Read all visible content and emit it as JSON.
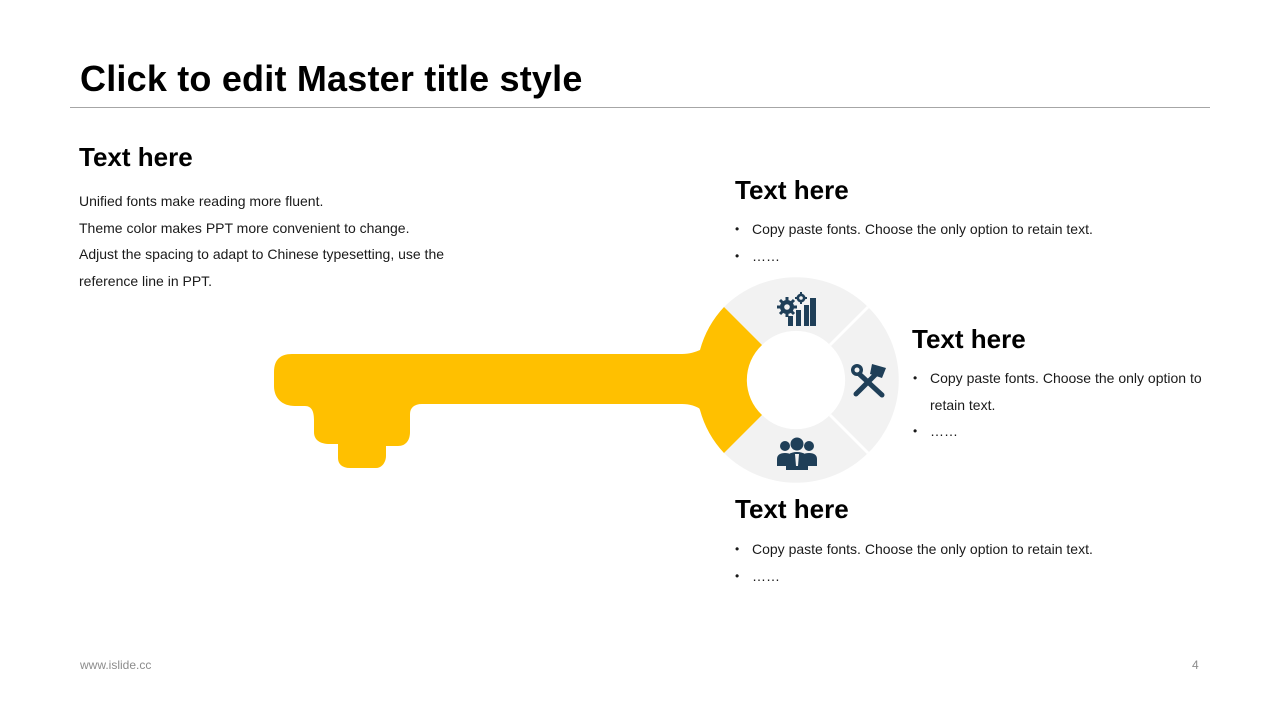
{
  "slide": {
    "title": "Click to edit Master title style",
    "footer_url": "www.islide.cc",
    "page_number": "4"
  },
  "left_block": {
    "heading": "Text here",
    "lines": [
      "Unified fonts make reading more fluent.",
      "Theme color makes PPT more convenient to change.",
      "Adjust the spacing to adapt to Chinese typesetting, use the",
      "reference line in PPT."
    ]
  },
  "top_block": {
    "heading": "Text here",
    "bullets": [
      "Copy paste fonts. Choose the only option to retain text.",
      "……"
    ]
  },
  "right_block": {
    "heading": "Text here",
    "bullets": [
      "Copy paste fonts. Choose the only option to retain text.",
      "……"
    ]
  },
  "bottom_block": {
    "heading": "Text here",
    "bullets": [
      "Copy paste fonts. Choose the only option to retain text.",
      "……"
    ]
  },
  "colors": {
    "accent": "#FFC000",
    "ring": "#F2F2F2",
    "icon": "#1F3F58",
    "rule": "#A6A6A6"
  },
  "icons": [
    "gears-chart-icon",
    "tools-icon",
    "team-icon"
  ]
}
